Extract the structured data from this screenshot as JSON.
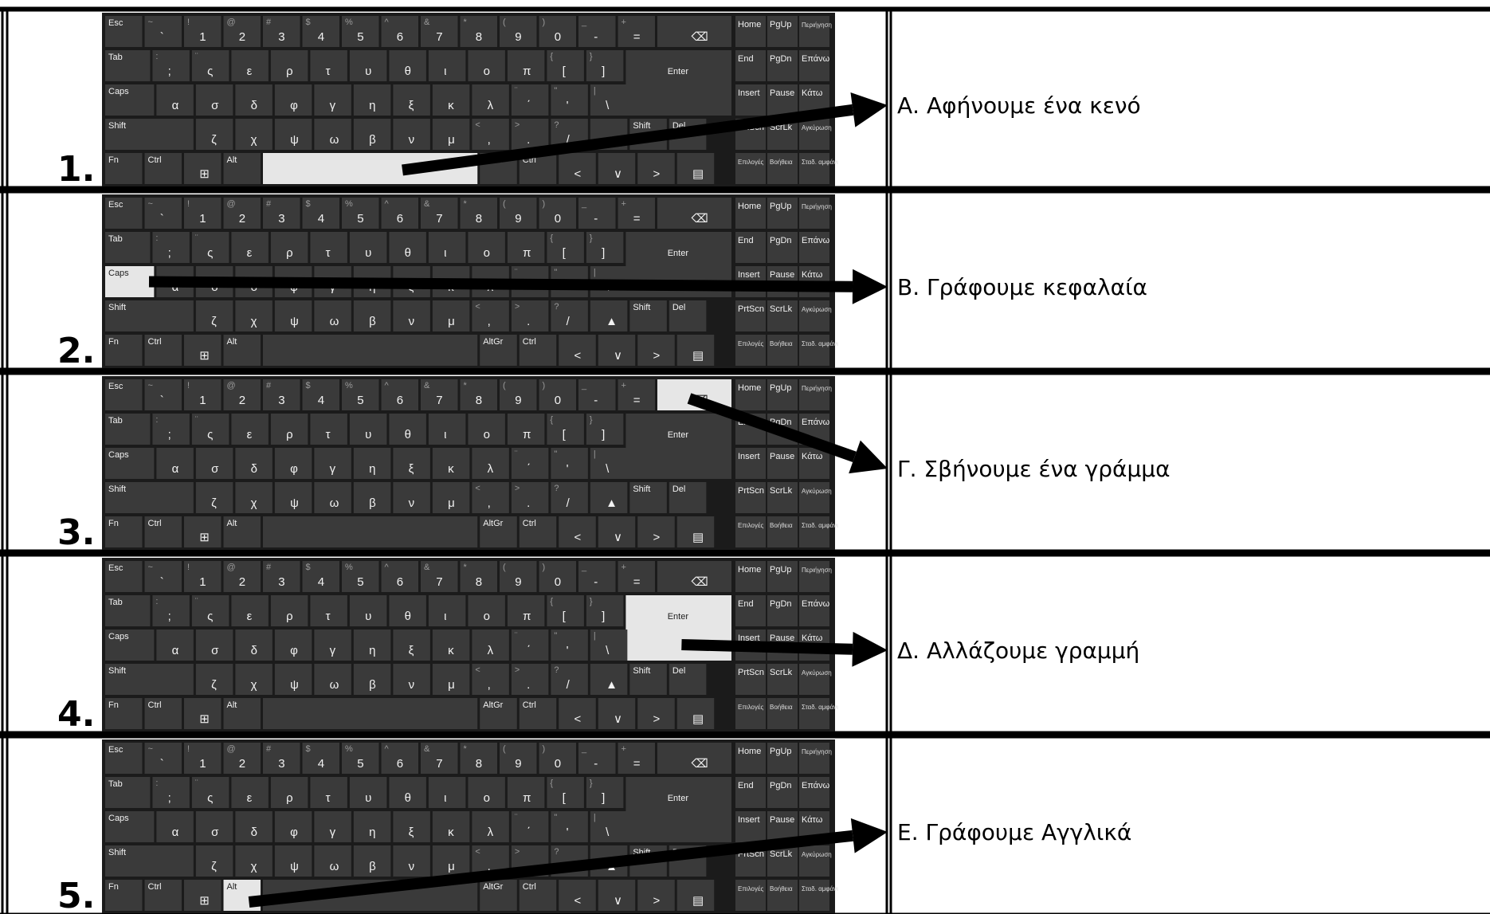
{
  "rows": [
    {
      "number": "1.",
      "answer": "Α. Αφήνουμε ένα κενό",
      "highlight": "space"
    },
    {
      "number": "2.",
      "answer": "Β. Γράφουμε κεφαλαία",
      "highlight": "caps"
    },
    {
      "number": "3.",
      "answer": "Γ. Σβήνουμε ένα γράμμα",
      "highlight": "backspace"
    },
    {
      "number": "4.",
      "answer": "Δ. Αλλάζουμε γραμμή",
      "highlight": "enter"
    },
    {
      "number": "5.",
      "answer": "Ε. Γράφουμε Αγγλικά",
      "highlight": "shift+alt"
    }
  ],
  "keyboard": {
    "row1": [
      {
        "name": "esc",
        "main": "Esc"
      },
      {
        "name": "tilde",
        "top": "~",
        "main": "`"
      },
      {
        "name": "1",
        "top": "!",
        "main": "1"
      },
      {
        "name": "2",
        "top": "@",
        "main": "2"
      },
      {
        "name": "3",
        "top": "#",
        "main": "3"
      },
      {
        "name": "4",
        "top": "$",
        "main": "4"
      },
      {
        "name": "5",
        "top": "%",
        "main": "5"
      },
      {
        "name": "6",
        "top": "^",
        "main": "6"
      },
      {
        "name": "7",
        "top": "&",
        "main": "7"
      },
      {
        "name": "8",
        "top": "*",
        "main": "8"
      },
      {
        "name": "9",
        "top": "(",
        "main": "9"
      },
      {
        "name": "0",
        "top": ")",
        "main": "0"
      },
      {
        "name": "minus",
        "top": "_",
        "main": "-"
      },
      {
        "name": "equals",
        "top": "+",
        "main": "="
      },
      {
        "name": "backspace",
        "main": "⌫"
      }
    ],
    "row2": [
      {
        "name": "tab",
        "main": "Tab"
      },
      {
        "name": "semicolon",
        "top": ":",
        "main": ";"
      },
      {
        "name": "sigma-final",
        "top": "¨",
        "main": "ς"
      },
      {
        "name": "epsilon",
        "main": "ε"
      },
      {
        "name": "rho",
        "main": "ρ"
      },
      {
        "name": "tau",
        "main": "τ"
      },
      {
        "name": "upsilon",
        "main": "υ"
      },
      {
        "name": "theta",
        "main": "θ"
      },
      {
        "name": "iota",
        "main": "ι"
      },
      {
        "name": "omicron",
        "main": "ο"
      },
      {
        "name": "pi",
        "main": "π"
      },
      {
        "name": "bracket-left",
        "top": "{",
        "main": "["
      },
      {
        "name": "bracket-right",
        "top": "}",
        "main": "]"
      },
      {
        "name": "enter",
        "main": "Enter"
      }
    ],
    "row3": [
      {
        "name": "caps",
        "main": "Caps"
      },
      {
        "name": "alpha",
        "main": "α"
      },
      {
        "name": "sigma",
        "main": "σ"
      },
      {
        "name": "delta",
        "main": "δ"
      },
      {
        "name": "phi",
        "main": "φ"
      },
      {
        "name": "gamma",
        "main": "γ"
      },
      {
        "name": "eta",
        "main": "η"
      },
      {
        "name": "xi",
        "main": "ξ"
      },
      {
        "name": "kappa",
        "main": "κ"
      },
      {
        "name": "lambda",
        "main": "λ"
      },
      {
        "name": "accent",
        "top": "¨",
        "main": "΄"
      },
      {
        "name": "quote",
        "top": "\"",
        "main": "'"
      },
      {
        "name": "backslash",
        "top": "|",
        "main": "\\"
      }
    ],
    "row4": [
      {
        "name": "shift-left",
        "main": "Shift"
      },
      {
        "name": "zeta",
        "main": "ζ"
      },
      {
        "name": "chi",
        "main": "χ"
      },
      {
        "name": "psi",
        "main": "ψ"
      },
      {
        "name": "omega",
        "main": "ω"
      },
      {
        "name": "beta",
        "main": "β"
      },
      {
        "name": "nu",
        "main": "ν"
      },
      {
        "name": "mu",
        "main": "μ"
      },
      {
        "name": "comma",
        "top": "<",
        "main": ","
      },
      {
        "name": "period",
        "top": ">",
        "main": "."
      },
      {
        "name": "slash",
        "top": "?",
        "main": "/"
      },
      {
        "name": "arrow-up",
        "main": "▲"
      },
      {
        "name": "shift-right",
        "main": "Shift"
      },
      {
        "name": "del",
        "main": "Del"
      }
    ],
    "row5": [
      {
        "name": "fn",
        "main": "Fn"
      },
      {
        "name": "ctrl-left",
        "main": "Ctrl"
      },
      {
        "name": "win",
        "main": "⊞"
      },
      {
        "name": "alt",
        "main": "Alt"
      },
      {
        "name": "space",
        "main": ""
      },
      {
        "name": "altgr",
        "main": "AltGr"
      },
      {
        "name": "ctrl-right",
        "main": "Ctrl"
      },
      {
        "name": "arrow-left",
        "main": "<"
      },
      {
        "name": "arrow-down",
        "main": "∨"
      },
      {
        "name": "arrow-right",
        "main": ">"
      },
      {
        "name": "menu",
        "main": "▤"
      }
    ],
    "nav": [
      [
        "Home",
        "PgUp",
        "Περιήγηση"
      ],
      [
        "End",
        "PgDn",
        "Επάνω"
      ],
      [
        "Insert",
        "Pause",
        "Κάτω"
      ],
      [
        "PrtScn",
        "ScrLk",
        "Αγκύρωση"
      ],
      [
        "Επιλογές",
        "Βοήθεια",
        "Σταδ. αμφάνι"
      ]
    ]
  }
}
